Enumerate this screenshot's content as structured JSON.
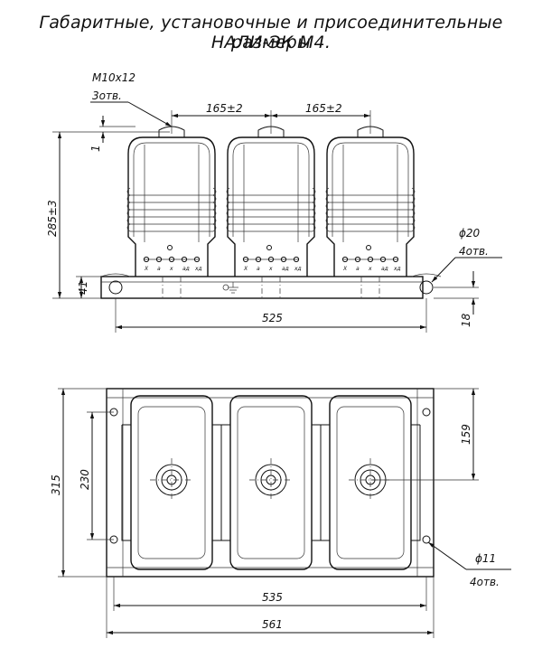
{
  "title": {
    "line1": "Габаритные, установочные и присоединительные размеры",
    "line2": "НАЛИ-ЭК М4."
  },
  "callouts": {
    "thread": "M10x12",
    "thread_count": "3отв.",
    "hole_top_dia": "ϕ20",
    "hole_top_count": "4отв.",
    "hole_bottom_dia": "ϕ11",
    "hole_bottom_count": "4отв."
  },
  "dimensions": {
    "pitch_left": "165±2",
    "pitch_right": "165±2",
    "height_total": "285±3",
    "height_small": "1",
    "base_height": "41",
    "base_length": "525",
    "base_thickness": "18",
    "plan_depth": "315",
    "plan_inner_depth": "230",
    "plan_offset": "159",
    "plan_inner_length": "535",
    "plan_total_length": "561"
  },
  "terminal_labels": [
    "X",
    "a",
    "x",
    "a",
    "x"
  ],
  "terminal_subscripts": [
    "",
    "",
    "",
    "д",
    "д"
  ]
}
